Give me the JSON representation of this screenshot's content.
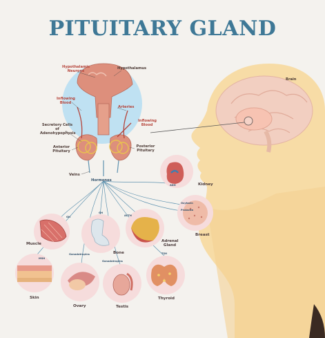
{
  "title": "PITUITARY GLAND",
  "colors": {
    "title": "#3e7896",
    "head": "#f7dca6",
    "head_light": "#fbe9c4",
    "circle_bg": "#f6dcdc",
    "halo": "#bfe1f2",
    "gland": "#dd8f7c",
    "gland_dark": "#c2705e",
    "label_red": "#b5443a",
    "label_dark": "#4d3b36",
    "line_blue": "#5f93b0"
  },
  "brain_label": "Brain",
  "gland_labels": {
    "hypothalamic_neurons": "Hypothalamic Neurons",
    "hypothalamus": "Hypothalamus",
    "inflowing_blood_left": "Inflowing Blood",
    "arteries": "Arteries",
    "inflowing_blood_right": "Inflowing Blood",
    "secretory_cells": "Secretory Cells of Adenohypophysis",
    "anterior_pituitary": "Anterior Pituitary",
    "posterior_pituitary": "Posterior Pituitary",
    "veins": "Veins",
    "hormones": "Hormones"
  },
  "organs": {
    "kidney": "Kidney",
    "breast": "Breast",
    "muscle": "Muscle",
    "bone": "Bone",
    "adrenal_gland": "Adrenal Gland",
    "skin": "Skin",
    "ovary": "Ovary",
    "testis": "Testis",
    "thyroid": "Thyroid"
  },
  "hormones": {
    "adh": "ADH",
    "oxytocin": "Oxytocin",
    "prolactin": "Prolactin",
    "gh_muscle": "GH",
    "gh_bone": "GH",
    "acth": "ACTH",
    "msh": "MSH",
    "gonadotropins_1": "Gonadotropins",
    "gonadotropins_2": "Gonadotropins",
    "tsh": "TSH"
  }
}
